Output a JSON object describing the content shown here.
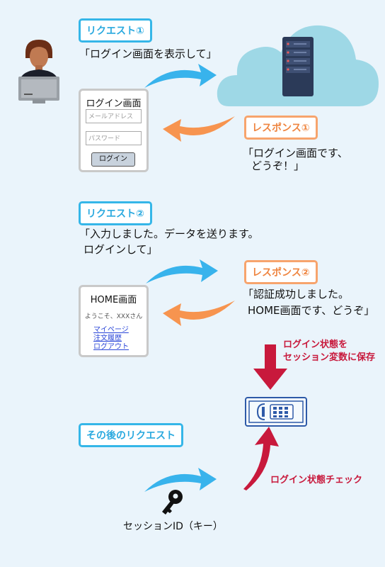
{
  "request1": {
    "tag": "リクエスト①",
    "speech": "「ログイン画面を表示して」"
  },
  "login_screen": {
    "title": "ログイン画面",
    "email_placeholder": "メールアドレス",
    "password_placeholder": "パスワード",
    "login_button": "ログイン"
  },
  "response1": {
    "tag": "レスポンス①",
    "speech_line1": "「ログイン画面です、",
    "speech_line2": "どうぞ！」"
  },
  "request2": {
    "tag": "リクエスト②",
    "speech_line1": "「入力しました。データを送ります。",
    "speech_line2": "ログインして」"
  },
  "response2": {
    "tag": "レスポンス②",
    "speech_line1": "「認証成功しました。",
    "speech_line2": "HOME画面です、どうぞ」"
  },
  "home_screen": {
    "title": "HOME画面",
    "welcome": "ようこそ、XXXさん",
    "links": [
      "マイページ",
      "注文履歴",
      "ログアウト"
    ]
  },
  "session_store_note": {
    "line1": "ログイン状態を",
    "line2": "セッション変数に保存"
  },
  "later_request": {
    "tag": "その後のリクエスト"
  },
  "session_check_note": "ログイン状態チェック",
  "key_label": "セッションID（キー）",
  "colors": {
    "blue_arrow": "#38b3ec",
    "orange_arrow": "#f7944f",
    "red_arrow": "#c8193c",
    "cloud": "#9ed8e6",
    "server": "#2b3a58"
  }
}
